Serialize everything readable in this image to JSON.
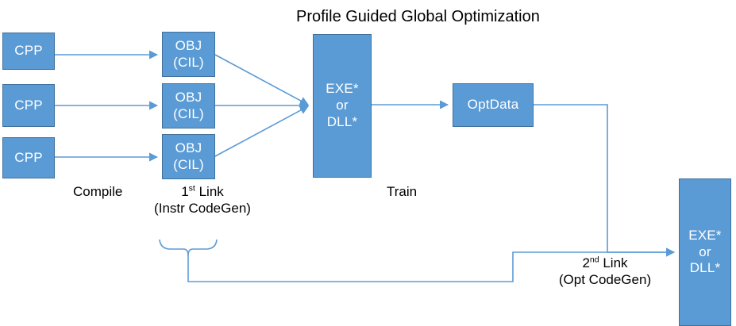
{
  "diagram": {
    "title": "Profile Guided Global Optimization",
    "accent_color": "#5B9BD5",
    "border_color": "#41719C",
    "connector_color": "#5B9BD5",
    "nodes": {
      "cpp_1": {
        "label": "CPP"
      },
      "cpp_2": {
        "label": "CPP"
      },
      "cpp_3": {
        "label": "CPP"
      },
      "obj_1": {
        "line1": "OBJ",
        "line2": "(CIL)"
      },
      "obj_2": {
        "line1": "OBJ",
        "line2": "(CIL)"
      },
      "obj_3": {
        "line1": "OBJ",
        "line2": "(CIL)"
      },
      "exe_train": {
        "line1": "EXE*",
        "line2": "or",
        "line3": "DLL*"
      },
      "optdata": {
        "label": "OptData"
      },
      "exe_final": {
        "line1": "EXE*",
        "line2": "or",
        "line3": "DLL*"
      }
    },
    "stage_labels": {
      "compile": "Compile",
      "link1_line1_pre": "1",
      "link1_line1_sup": "st",
      "link1_line1_post": " Link",
      "link1_line2": "(Instr CodeGen)",
      "train": "Train",
      "link2_line1_pre": "2",
      "link2_line1_sup": "nd",
      "link2_line1_post": " Link",
      "link2_line2": "(Opt CodeGen)"
    }
  }
}
